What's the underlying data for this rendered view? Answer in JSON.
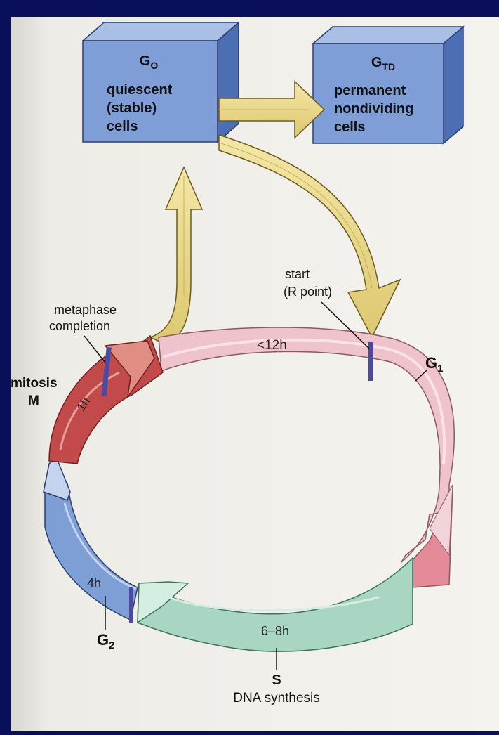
{
  "go_box": {
    "title": "G",
    "title_sub": "O",
    "lines": [
      "quiescent",
      "(stable)",
      "cells"
    ]
  },
  "gtd_box": {
    "title": "G",
    "title_sub": "TD",
    "lines": [
      "permanent",
      "nondividing",
      "cells"
    ]
  },
  "labels": {
    "start_line1": "start",
    "start_line2": "(R point)",
    "metaphase_line1": "metaphase",
    "metaphase_line2": "completion",
    "mitosis_line1": "mitosis",
    "mitosis_line2": "M",
    "g1": "G",
    "g1_sub": "1",
    "g2": "G",
    "g2_sub": "2",
    "s": "S",
    "s_desc": "DNA synthesis"
  },
  "durations": {
    "g1": "<12h",
    "m": "1h",
    "g2": "4h",
    "s": "6–8h"
  },
  "colors": {
    "background": "#0a0f5a",
    "paper": "#f3f1ec",
    "box_front": "#7f9ed8",
    "box_side": "#4b6fb2",
    "box_top": "#a9bfe6",
    "arrow_yellow": "#ead98a",
    "g1_pink": "#efc3cb",
    "s_green": "#a9d6c2",
    "g2_blue": "#7e9fd6",
    "m_red": "#c24a4a"
  }
}
